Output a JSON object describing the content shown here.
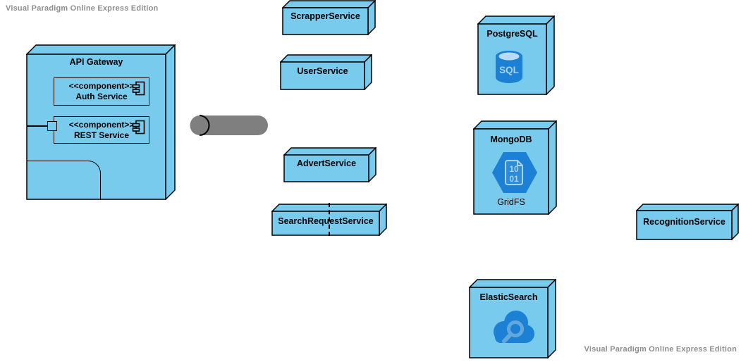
{
  "app": {
    "watermark": "Visual Paradigm Online Express Edition"
  },
  "colors": {
    "node_fill": "#79CBEE",
    "border": "#000000",
    "icon_blue": "#1C80D4",
    "icon_doc": "#2E8BD8",
    "icon_light": "#A9D4F0",
    "top_ellipse": "#B9DCF4",
    "magnifier": "#63A8DC",
    "cylinder_gray": "#7F7F7F",
    "watermark_gray": "#8E8E8E"
  },
  "nodes": {
    "api_gateway": {
      "title": "API Gateway",
      "components": [
        {
          "stereotype": "<<component>>",
          "name": "Auth Service"
        },
        {
          "stereotype": "<<component>>",
          "name": "REST Service"
        }
      ]
    },
    "scrapper": {
      "title": "ScrapperService"
    },
    "user": {
      "title": "UserService"
    },
    "advert": {
      "title": "AdvertService"
    },
    "search_request": {
      "title": "SearchRequestService"
    },
    "postgresql": {
      "title": "PostgreSQL",
      "icon": "sql-database-icon",
      "icon_label": "SQL"
    },
    "mongodb": {
      "title": "MongoDB",
      "icon": "gridfs-binary-document-hexagon-icon",
      "icon_lines": [
        "10",
        "01"
      ],
      "sub_label": "GridFS"
    },
    "elasticsearch": {
      "title": "ElasticSearch",
      "icon": "cloud-search-icon"
    },
    "recognition": {
      "title": "RecognitionService"
    }
  }
}
